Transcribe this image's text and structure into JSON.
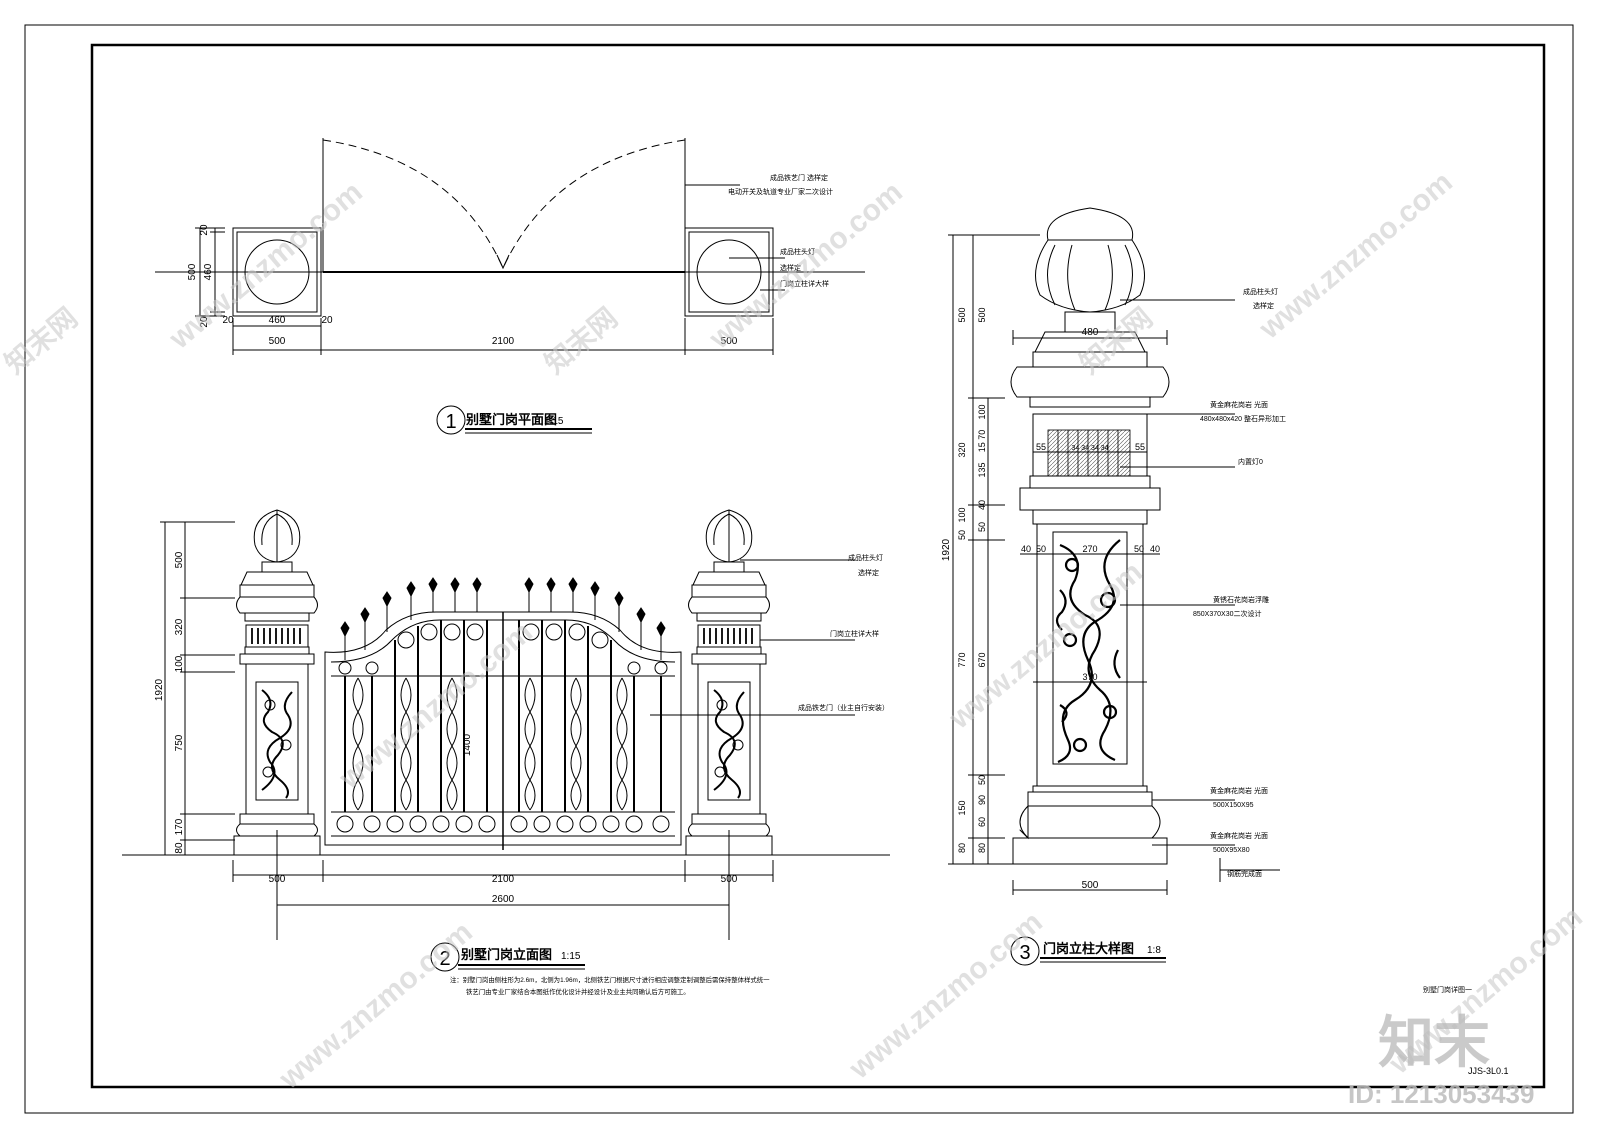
{
  "plan": {
    "title_no": "1",
    "title": "别墅门岗平面图",
    "scale": "1:15",
    "note_gate_1": "成品铁艺门  选样定",
    "note_gate_2": "电动开关及轨道专业厂家二次设计",
    "note_lamp_1": "成品柱头灯",
    "note_lamp_2": "选样定",
    "note_detail": "门岗立柱详大样",
    "dims": {
      "v_20a": "20",
      "v_460": "460",
      "v_500": "500",
      "v_20b": "20",
      "h_20a": "20",
      "h_460": "460",
      "h_20b": "20",
      "h_500a": "500",
      "h_2100": "2100",
      "h_500b": "500"
    }
  },
  "elevation": {
    "title_no": "2",
    "title": "别墅门岗立面图",
    "scale": "1:15",
    "note_lamp_1": "成品柱头灯",
    "note_lamp_2": "选样定",
    "note_detail": "门岗立柱详大样",
    "note_gate": "成品铁艺门（业主自行安装）",
    "dims": {
      "v_1920": "1920",
      "v_500": "500",
      "v_320": "320",
      "v_100": "100",
      "v_750": "750",
      "v_170": "170",
      "v_80": "80",
      "h_500a": "500",
      "h_2100": "2100",
      "h_500b": "500",
      "h_2600": "2600",
      "gate_1400": "1400"
    },
    "note_1": "注：别墅门岗由侧柱形为2.6m，北侧为1.96m，北侧铁艺门根据尺寸进行相应调整定制调整后需保持整体样式统一",
    "note_2": "铁艺门由专业厂家结合本图纸作优化设计并经设计及业主共同确认后方可施工。"
  },
  "column": {
    "title_no": "3",
    "title": "门岗立柱大样图",
    "scale": "1:8",
    "note_lamp_1": "成品柱头灯",
    "note_lamp_2": "选样定",
    "note_granite_1": "黄金麻花岗岩  光面",
    "note_granite_2": "480x480x420  整石异形加工",
    "note_light": "内置灯0",
    "note_carve_1": "黄锈石花岗岩浮雕",
    "note_carve_2": "850X370X30二次设计",
    "note_base1_1": "黄金麻花岗岩  光面",
    "note_base1_2": "500X150X95",
    "note_base2_1": "黄金麻花岗岩  光面",
    "note_base2_2": "500X95X80",
    "note_found": "钢筋完成面",
    "dims": {
      "top_480": "480",
      "v_1920": "1920",
      "v_500a": "500",
      "v_500b": "500",
      "v_320": "320",
      "v_100a": "100",
      "v_1570": "15 70",
      "v_135": "135",
      "v_100b": "100",
      "v_50a": "50",
      "v_40": "40",
      "v_50b": "50",
      "v_770": "770",
      "v_670": "670",
      "v_50c": "50",
      "v_150": "150",
      "v_90": "90",
      "v_60": "60",
      "v_80a": "80",
      "v_80b": "80",
      "h_55a": "55",
      "h_55b": "55",
      "h_mid": "34 34 34 34",
      "h_40a": "40",
      "h_50a": "50",
      "h_270": "270",
      "h_50b": "50",
      "h_40b": "40",
      "h_370": "370",
      "bottom_500": "500"
    }
  },
  "titleblock": {
    "sheet_name": "别墅门岗详图一",
    "sheet_no": "JJS-3L0.1"
  },
  "watermark": {
    "site": "www.znzmo.com",
    "brand": "知末网",
    "logo": "知末",
    "id": "ID: 1213053439"
  }
}
